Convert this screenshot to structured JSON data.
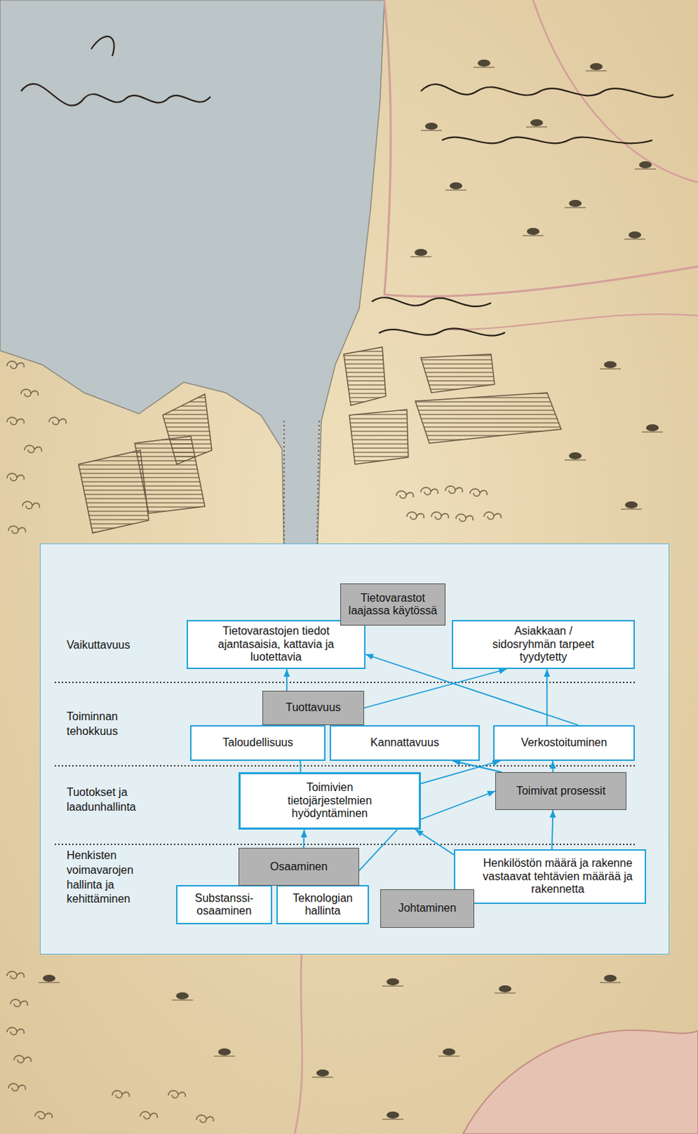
{
  "diagram": {
    "nodes": [
      {
        "text": [
          "Tietovarastot laajassa käytössä"
        ]
      },
      {
        "text": [
          "Tietovarastojen tiedot ajantasaisia, kattavia ja luotettavia"
        ]
      },
      {
        "text": [
          "Asiakkaan / sidosryhmän tarpeet tyydytetty"
        ]
      },
      {
        "text": [
          "Tuottavuus"
        ]
      },
      {
        "text": [
          "Taloudellisuus"
        ]
      },
      {
        "text": [
          "Kannattavuus"
        ]
      },
      {
        "text": [
          "Verkostoituminen"
        ]
      },
      {
        "text": [
          "Toimivien tietojärjestelmien hyödyntäminen"
        ]
      },
      {
        "text": [
          "Toimivat prosessit"
        ]
      },
      {
        "text": [
          "Osaaminen"
        ]
      },
      {
        "text": [
          "Substanssi-osaaminen"
        ]
      },
      {
        "text": [
          "Teknologian hallinta"
        ]
      },
      {
        "text": [
          "Henkilöstön määrä ja rakenne vastaavat tehtävien määrää ja rakennetta"
        ]
      },
      {
        "text": [
          "Johtaminen"
        ]
      }
    ],
    "edges": [
      {
        "from": 3,
        "to": 1,
        "arrow": "to"
      },
      {
        "from": 3,
        "to": 2,
        "arrow": "to"
      },
      {
        "from": 6,
        "to": 1,
        "arrow": "to"
      },
      {
        "from": 6,
        "to": 2,
        "arrow": "to"
      },
      {
        "from": 7,
        "to": 3,
        "arrow": "to"
      },
      {
        "from": 7,
        "to": 6,
        "arrow": "to"
      },
      {
        "from": 7,
        "to": 8,
        "arrow": "to"
      },
      {
        "from": 8,
        "to": 5,
        "arrow": "to"
      },
      {
        "from": 8,
        "to": 6,
        "arrow": "to"
      },
      {
        "from": 9,
        "to": 7,
        "arrow": "to"
      },
      {
        "from": 9,
        "to": 7,
        "arrow": "none"
      },
      {
        "from": 12,
        "to": 7,
        "arrow": "to"
      },
      {
        "from": 12,
        "to": 8,
        "arrow": "to"
      }
    ],
    "labels": [
      "Vaikuttavuus",
      "Toiminnan tehokkuus",
      "Tuotokset ja laadunhallinta",
      "Henkisten voimavarojen hallinta ja kehittäminen"
    ]
  }
}
